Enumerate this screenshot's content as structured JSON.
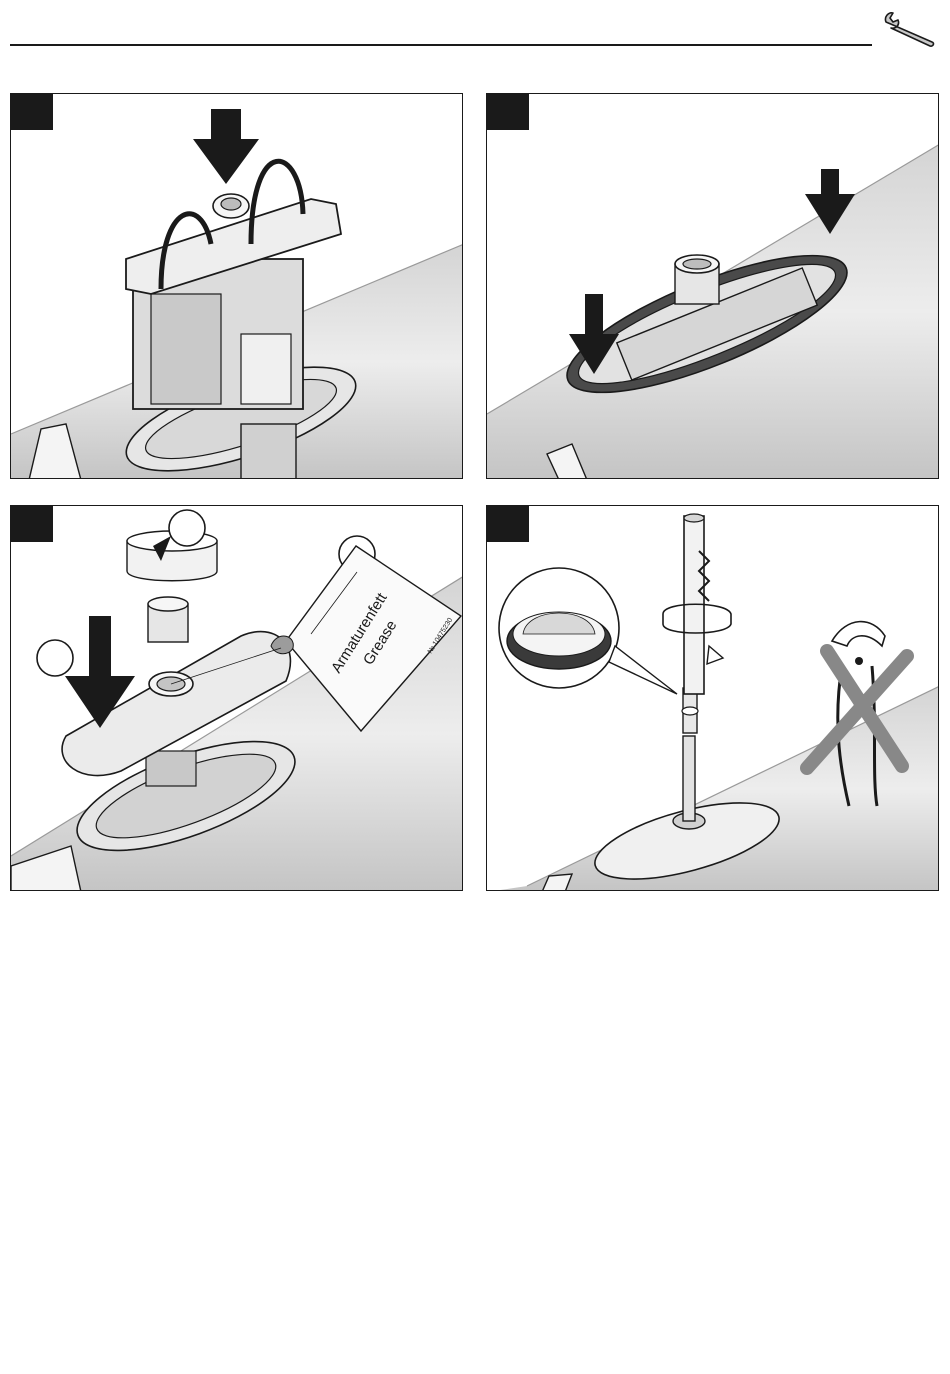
{
  "header": {
    "icon": "wrench-icon"
  },
  "panels": [
    {
      "id": "p1",
      "icon": "arrow-down-icon"
    },
    {
      "id": "p2",
      "icon": "arrow-down-icon"
    },
    {
      "id": "p3",
      "icon": "arrow-down-icon",
      "grease_label": {
        "line1": "Armaturenfett",
        "line2": "Grease",
        "number": "№ 10475230"
      }
    },
    {
      "id": "p4",
      "icon": "pliers-crossed-icon"
    }
  ]
}
